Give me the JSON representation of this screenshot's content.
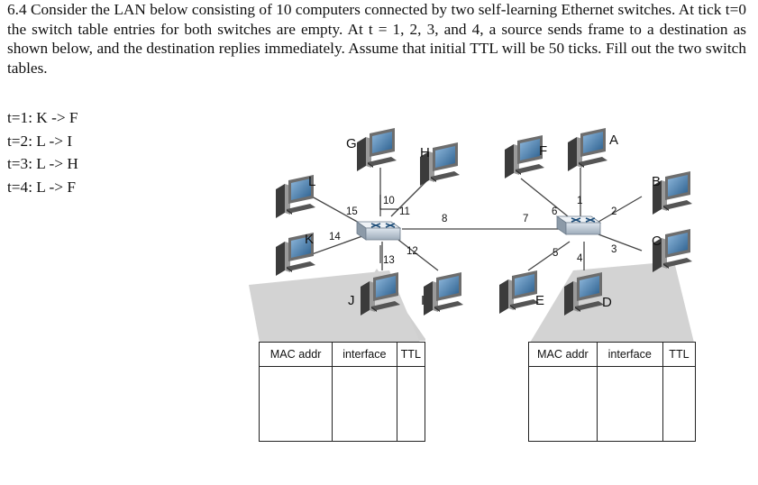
{
  "problem": {
    "text": "6.4 Consider the LAN below consisting of 10 computers connected by two self-learning Ethernet switches. At tick t=0 the switch table entries for both switches are empty. At t = 1, 2, 3, and 4, a source sends frame to a destination as shown below, and the destination replies immediately. Assume that initial TTL will be 50 ticks. Fill out the two switch tables."
  },
  "ticks": [
    "t=1: K -> F",
    "t=2: L -> I",
    "t=3: L -> H",
    "t=4: L -> F"
  ],
  "hosts": {
    "G": "G",
    "H": "H",
    "L": "L",
    "K": "K",
    "J": "J",
    "I": "I",
    "F": "F",
    "A": "A",
    "B": "B",
    "C": "C",
    "E": "E",
    "D": "D"
  },
  "ports": {
    "p15": "15",
    "p10": "10",
    "p11": "11",
    "p8": "8",
    "p14": "14",
    "p13": "13",
    "p12": "12",
    "p7": "7",
    "p6": "6",
    "p1": "1",
    "p2": "2",
    "p5": "5",
    "p4": "4",
    "p3": "3"
  },
  "tables": {
    "left": {
      "headers": [
        "MAC addr",
        "interface",
        "TTL"
      ]
    },
    "right": {
      "headers": [
        "MAC addr",
        "interface",
        "TTL"
      ]
    }
  },
  "colors": {
    "link": "#444444",
    "computer_body": "#7f7f7f",
    "screen": "#2f6ea3",
    "switch": "#bcc7d2",
    "trapezoid": "#d3d3d3"
  }
}
